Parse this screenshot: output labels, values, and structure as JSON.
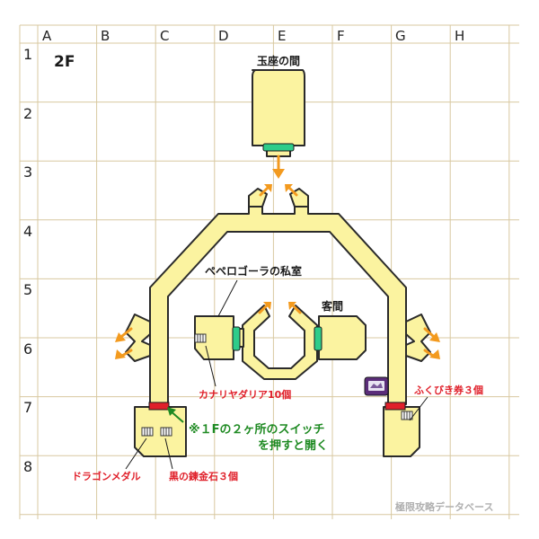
{
  "grid": {
    "columns": [
      "A",
      "B",
      "C",
      "D",
      "E",
      "F",
      "G",
      "H"
    ],
    "rows": [
      "1",
      "2",
      "3",
      "4",
      "5",
      "6",
      "7",
      "8"
    ]
  },
  "floor_label": "2F",
  "rooms": {
    "throne": "玉座の間",
    "pepelo": "ペペロゴーラの私室",
    "guest": "客間"
  },
  "items": {
    "canary": "カナリヤダリア10個",
    "ticket": "ふくびき券３個",
    "dragon": "ドラゴンメダル",
    "ore": "黒の鍊金石３個"
  },
  "note": {
    "line1": "※１Fの２ヶ所のスイッチ",
    "line2": "を押すと開く"
  },
  "watermark": "極限攻略データベース",
  "colors": {
    "floor": "#fbf3a0",
    "grid_line": "#d8c8a0",
    "wall": "#2a2a2a",
    "arrow": "#f39a1e",
    "door_green": "#2ecc8a",
    "door_red": "#e0202a",
    "label_red": "#e0202a",
    "label_green": "#1e8a22"
  },
  "icons": [
    "treasure-chest-icon",
    "shop-sign-icon",
    "green-door-icon",
    "red-door-icon",
    "exit-arrow-icon"
  ]
}
